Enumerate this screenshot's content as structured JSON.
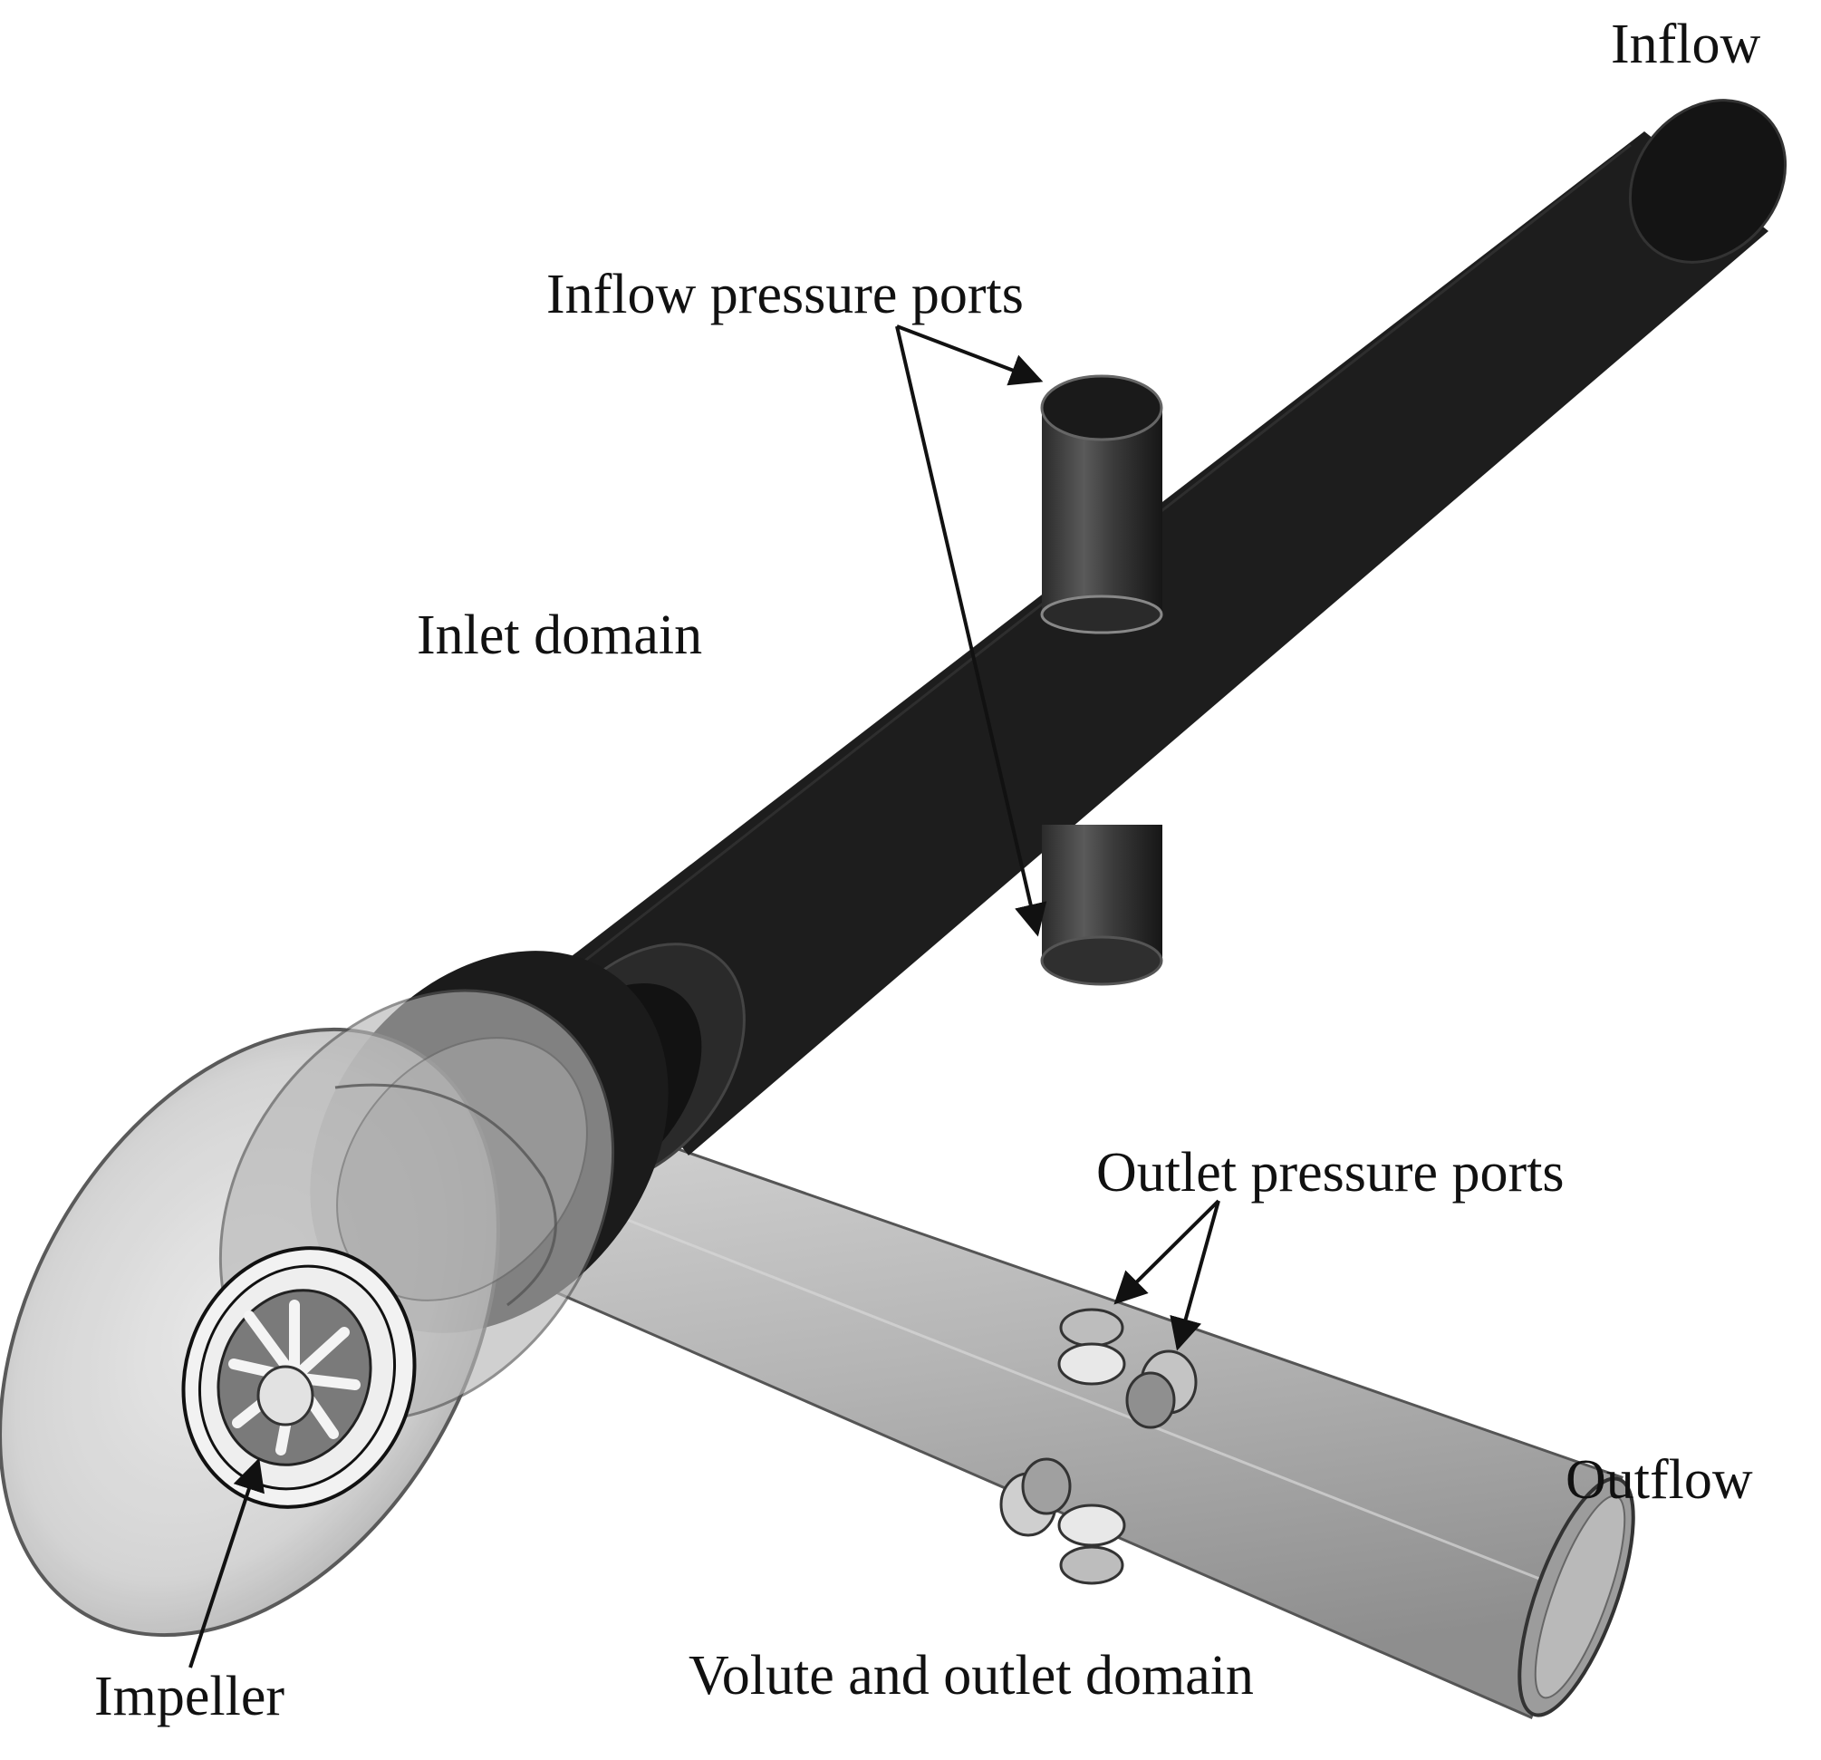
{
  "labels": {
    "inflow": "Inflow",
    "inflow_pressure_ports": "Inflow pressure ports",
    "inlet_domain": "Inlet domain",
    "outlet_pressure_ports": "Outlet pressure ports",
    "outflow": "Outflow",
    "impeller": "Impeller",
    "volute_and_outlet_domain": "Volute and outlet domain"
  },
  "colors": {
    "inlet_pipe": "#1c1c1c",
    "outlet_pipe": "#a9a9a9",
    "volute": "#c8c8c8",
    "impeller": "#9a9a9a",
    "leader_lines": "#111111"
  }
}
